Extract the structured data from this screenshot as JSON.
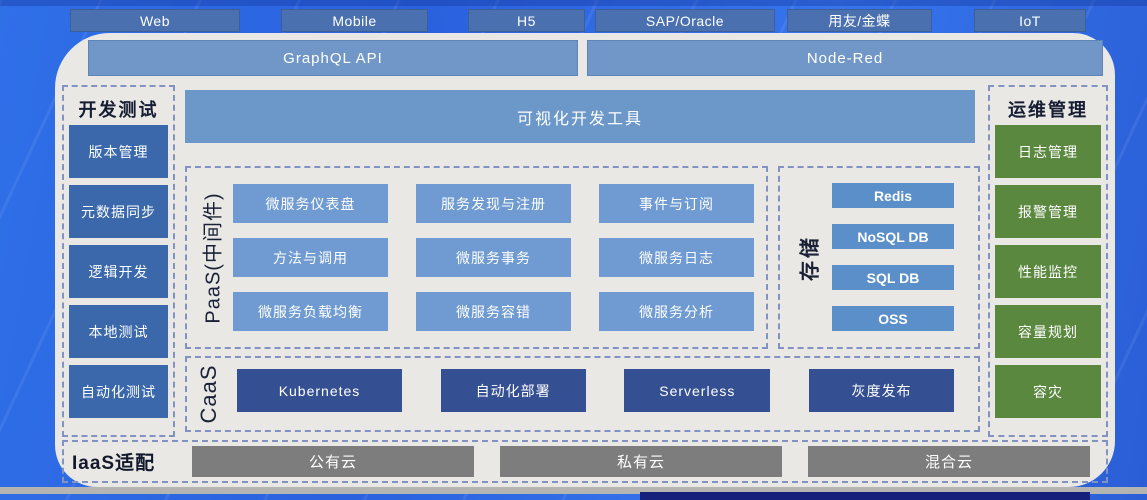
{
  "top_tabs": {
    "items": [
      "Web",
      "Mobile",
      "H5",
      "SAP/Oracle",
      "用友/金蝶",
      "IoT"
    ]
  },
  "api_row": {
    "graphql": "GraphQL API",
    "nodered": "Node-Red"
  },
  "dev_test": {
    "title": "开发测试",
    "items": [
      "版本管理",
      "元数据同步",
      "逻辑开发",
      "本地测试",
      "自动化测试"
    ]
  },
  "visual_tool": {
    "label": "可视化开发工具"
  },
  "paas": {
    "label": "PaaS(中间件)",
    "items": [
      "微服务仪表盘",
      "服务发现与注册",
      "事件与订阅",
      "方法与调用",
      "微服务事务",
      "微服务日志",
      "微服务负载均衡",
      "微服务容错",
      "微服务分析"
    ]
  },
  "storage": {
    "label": "存储",
    "items": [
      "Redis",
      "NoSQL DB",
      "SQL DB",
      "OSS"
    ]
  },
  "caas": {
    "label": "CaaS",
    "items": [
      "Kubernetes",
      "自动化部署",
      "Serverless",
      "灰度发布"
    ]
  },
  "ops": {
    "title": "运维管理",
    "items": [
      "日志管理",
      "报警管理",
      "性能监控",
      "容量规划",
      "容灾"
    ]
  },
  "iaas": {
    "title": "IaaS适配",
    "items": [
      "公有云",
      "私有云",
      "混合云"
    ]
  },
  "colors": {
    "background": "#2e6ae0",
    "panel": "#e9e8e5",
    "tab_blue": "#4a70b0",
    "api_bar_blue": "#7197c8",
    "dev_box_blue": "#3a68ab",
    "paas_box_blue": "#6f9bd2",
    "storage_box_blue": "#5b8fc9",
    "caas_box_navy": "#344f92",
    "ops_box_green": "#5b883f",
    "iaas_box_gray": "#7d7d7d",
    "dashed_border": "#8292c2"
  }
}
